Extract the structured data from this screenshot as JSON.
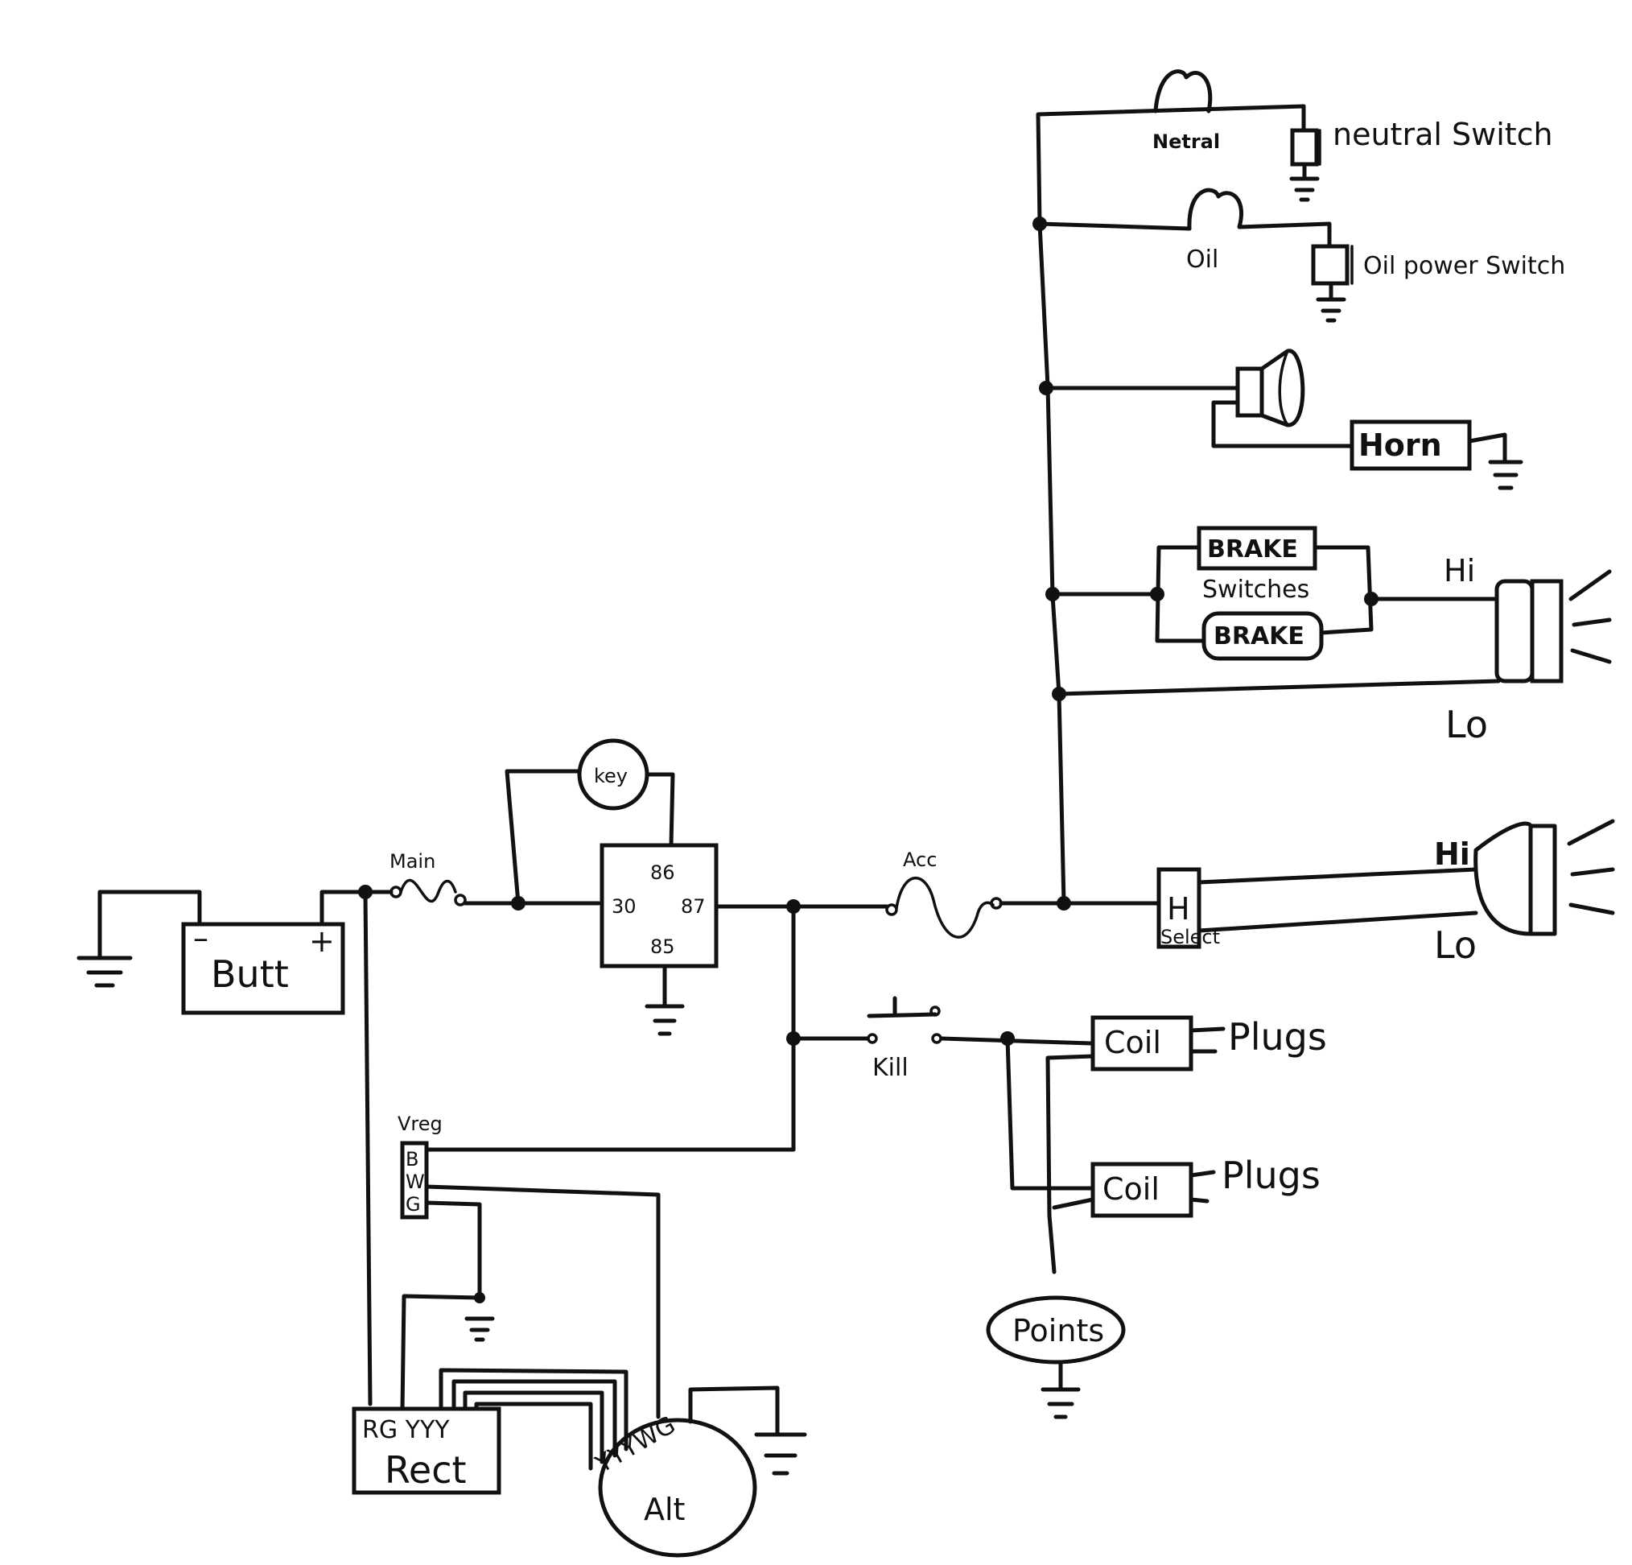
{
  "labels": {
    "battery": "Butt",
    "battery_minus": "–",
    "battery_plus": "+",
    "main_fuse": "Main",
    "acc_fuse": "Acc",
    "key": "key",
    "relay_86": "86",
    "relay_30": "30",
    "relay_87": "87",
    "relay_85": "85",
    "kill": "Kill",
    "vreg": "Vreg",
    "vreg_b": "B",
    "vreg_w": "W",
    "vreg_g": "G",
    "rect_pins": "RG YYY",
    "rect": "Rect",
    "alt_pins": "YYYWG",
    "alt": "Alt",
    "neutral_lamp": "Netral",
    "neutral_switch": "neutral Switch",
    "oil_lamp": "Oil",
    "oil_switch": "Oil power Switch",
    "horn": "Horn",
    "brake_top": "BRAKE",
    "brake_bottom": "BRAKE",
    "switches": "Switches",
    "tail_hi": "Hi",
    "tail_lo": "Lo",
    "h_select_h": "H",
    "h_select": "Select",
    "head_hi": "Hi",
    "head_lo": "Lo",
    "coil_1": "Coil",
    "coil_2": "Coil",
    "plugs_1": "Plugs",
    "plugs_2": "Plugs",
    "points": "Points"
  }
}
